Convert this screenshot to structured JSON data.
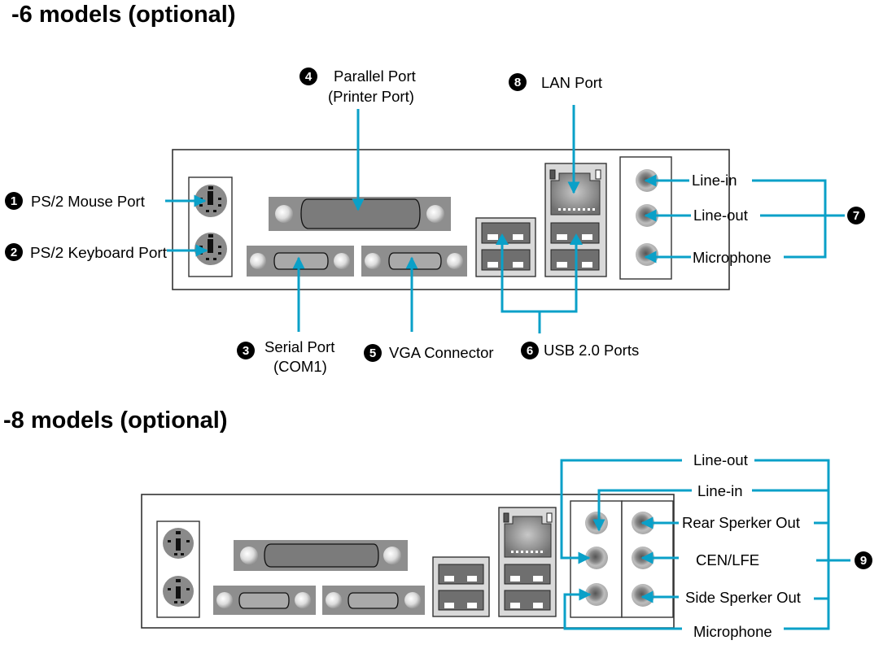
{
  "sections": [
    {
      "title": "-6 models (optional)",
      "callouts": [
        {
          "num": "1",
          "label": "PS/2 Mouse Port"
        },
        {
          "num": "2",
          "label": "PS/2 Keyboard Port"
        },
        {
          "num": "3",
          "label": "Serial Port",
          "sublabel": "(COM1)"
        },
        {
          "num": "4",
          "label": "Parallel Port",
          "sublabel": "(Printer Port)"
        },
        {
          "num": "5",
          "label": "VGA Connector"
        },
        {
          "num": "6",
          "label": "USB 2.0 Ports"
        },
        {
          "num": "7",
          "audio": [
            "Line-in",
            "Line-out",
            "Microphone"
          ]
        },
        {
          "num": "8",
          "label": "LAN Port"
        }
      ]
    },
    {
      "title": "-8 models (optional)",
      "callouts": [
        {
          "num": "9",
          "audio": [
            "Line-out",
            "Line-in",
            "Rear Sperker Out",
            "CEN/LFE",
            "Side Sperker Out",
            "Microphone"
          ]
        }
      ]
    }
  ],
  "colors": {
    "accent": "#0aa0c8",
    "port_gray": "#8a8a8a",
    "panel_border": "#333333"
  }
}
